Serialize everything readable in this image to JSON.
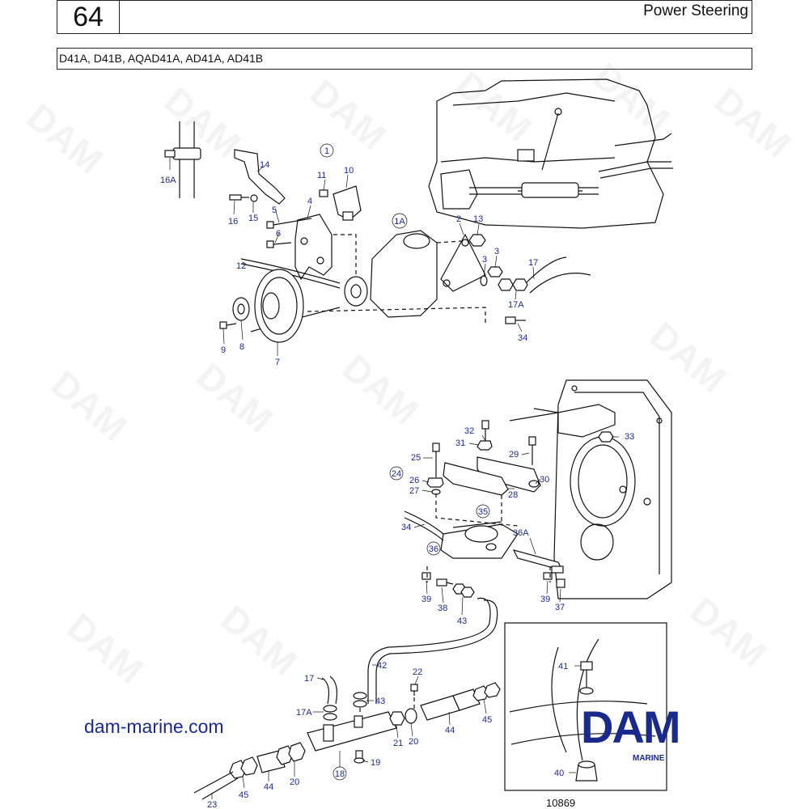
{
  "header": {
    "page_number": "64",
    "title": "Power Steering",
    "models": "D41A, D41B, AQAD41A, AD41A, AD41B"
  },
  "watermark": "DAM",
  "footer": {
    "website": "dam-marine.com",
    "reference_number": "10869"
  },
  "logo": {
    "word": "DAM",
    "subtitle": "MARINE"
  },
  "colors": {
    "label_blue": "#1a2a8c"
  },
  "callouts_top": [
    {
      "id": "1",
      "circled": true
    },
    {
      "id": "16A"
    },
    {
      "id": "14"
    },
    {
      "id": "11"
    },
    {
      "id": "10"
    },
    {
      "id": "16"
    },
    {
      "id": "15"
    },
    {
      "id": "4"
    },
    {
      "id": "5"
    },
    {
      "id": "6"
    },
    {
      "id": "1A",
      "circled": true
    },
    {
      "id": "2"
    },
    {
      "id": "13"
    },
    {
      "id": "12"
    },
    {
      "id": "3"
    },
    {
      "id": "3"
    },
    {
      "id": "17"
    },
    {
      "id": "17A"
    },
    {
      "id": "34"
    },
    {
      "id": "9"
    },
    {
      "id": "8"
    },
    {
      "id": "7"
    }
  ],
  "callouts_mid": [
    {
      "id": "32"
    },
    {
      "id": "31"
    },
    {
      "id": "33"
    },
    {
      "id": "25"
    },
    {
      "id": "29"
    },
    {
      "id": "24",
      "circled": true
    },
    {
      "id": "26"
    },
    {
      "id": "30"
    },
    {
      "id": "27"
    },
    {
      "id": "28"
    },
    {
      "id": "35",
      "circled": true
    },
    {
      "id": "34"
    },
    {
      "id": "36A"
    },
    {
      "id": "36",
      "circled": true
    },
    {
      "id": "39"
    },
    {
      "id": "38"
    },
    {
      "id": "43"
    },
    {
      "id": "39"
    },
    {
      "id": "37"
    }
  ],
  "callouts_bottom": [
    {
      "id": "42"
    },
    {
      "id": "22"
    },
    {
      "id": "41"
    },
    {
      "id": "17"
    },
    {
      "id": "43"
    },
    {
      "id": "17A"
    },
    {
      "id": "45"
    },
    {
      "id": "44"
    },
    {
      "id": "21"
    },
    {
      "id": "20"
    },
    {
      "id": "19"
    },
    {
      "id": "18",
      "circled": true
    },
    {
      "id": "45"
    },
    {
      "id": "44"
    },
    {
      "id": "20"
    },
    {
      "id": "23"
    },
    {
      "id": "40"
    }
  ]
}
